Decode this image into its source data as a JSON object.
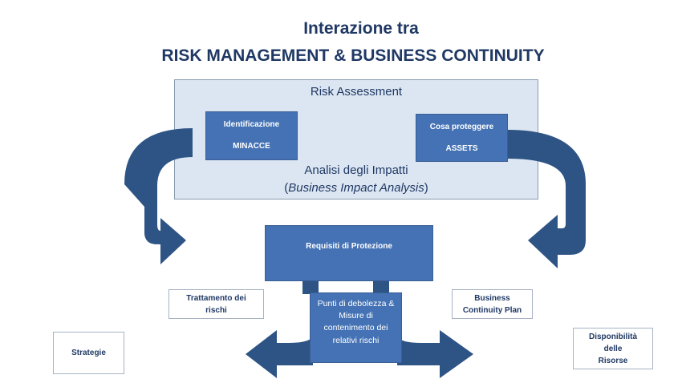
{
  "title": {
    "line1": "Interazione tra",
    "line2": "RISK MANAGEMENT & BUSINESS CONTINUITY"
  },
  "risk_box": {
    "heading": "Risk Assessment",
    "bia_line1": "Analisi degli Impatti",
    "bia_open": "(",
    "bia_italic": "Business Impact Analysis",
    "bia_close": ")"
  },
  "threats": {
    "line1": "Identificazione",
    "line2": "MINACCE"
  },
  "assets": {
    "line1": "Cosa proteggere",
    "line2": "ASSETS"
  },
  "requirements": {
    "label": "Requisiti di Protezione"
  },
  "weakness": {
    "label": "Punti di debolezza & Misure di contenimento dei relativi rischi"
  },
  "side_boxes": {
    "treatment": "Trattamento dei rischi",
    "bcp": "Business Continuity Plan",
    "strategies": "Strategie",
    "resources": "Disponibilità delle Risorse"
  },
  "colors": {
    "box_fill": "#4472b4",
    "arrow": "#2e5485",
    "title": "#1f3864",
    "panel": "#dce6f2"
  }
}
